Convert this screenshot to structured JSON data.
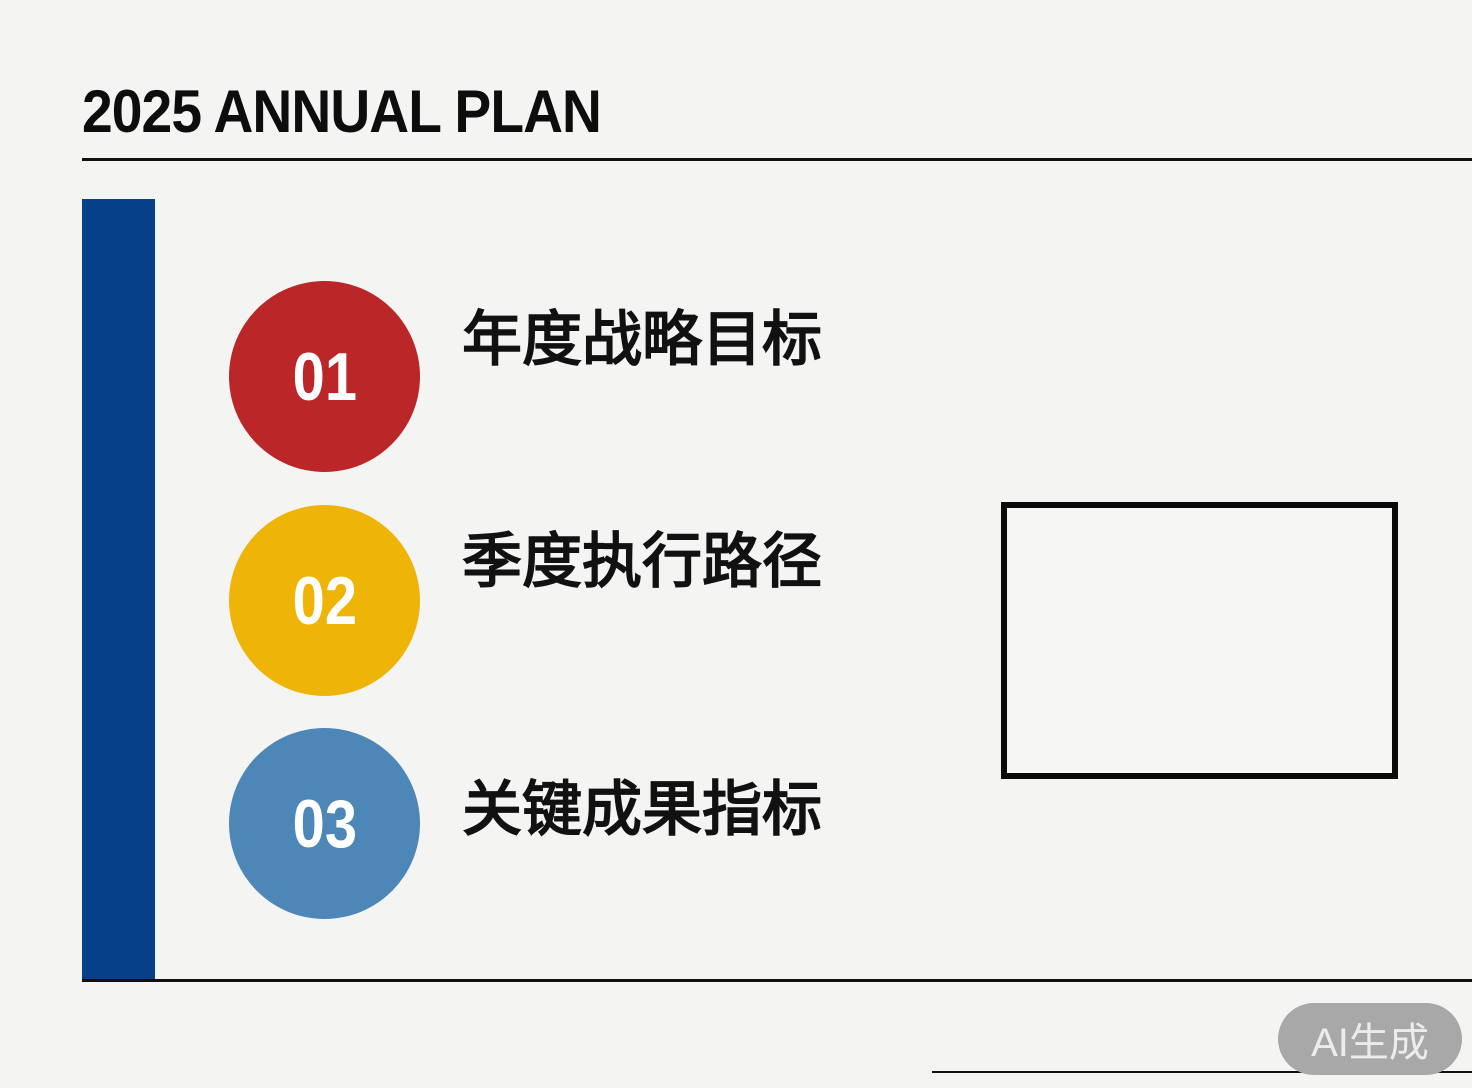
{
  "slide": {
    "title": "2025 ANNUAL PLAN",
    "accent_bar_color": "#054088",
    "items": [
      {
        "number": "01",
        "label": "年度战略目标",
        "color": "#bb2628"
      },
      {
        "number": "02",
        "label": "季度执行路径",
        "color": "#eeb508"
      },
      {
        "number": "03",
        "label": "关键成果指标",
        "color": "#4c87b8"
      }
    ],
    "placeholder_frame": "empty-image-frame",
    "watermark": "AI生成"
  }
}
